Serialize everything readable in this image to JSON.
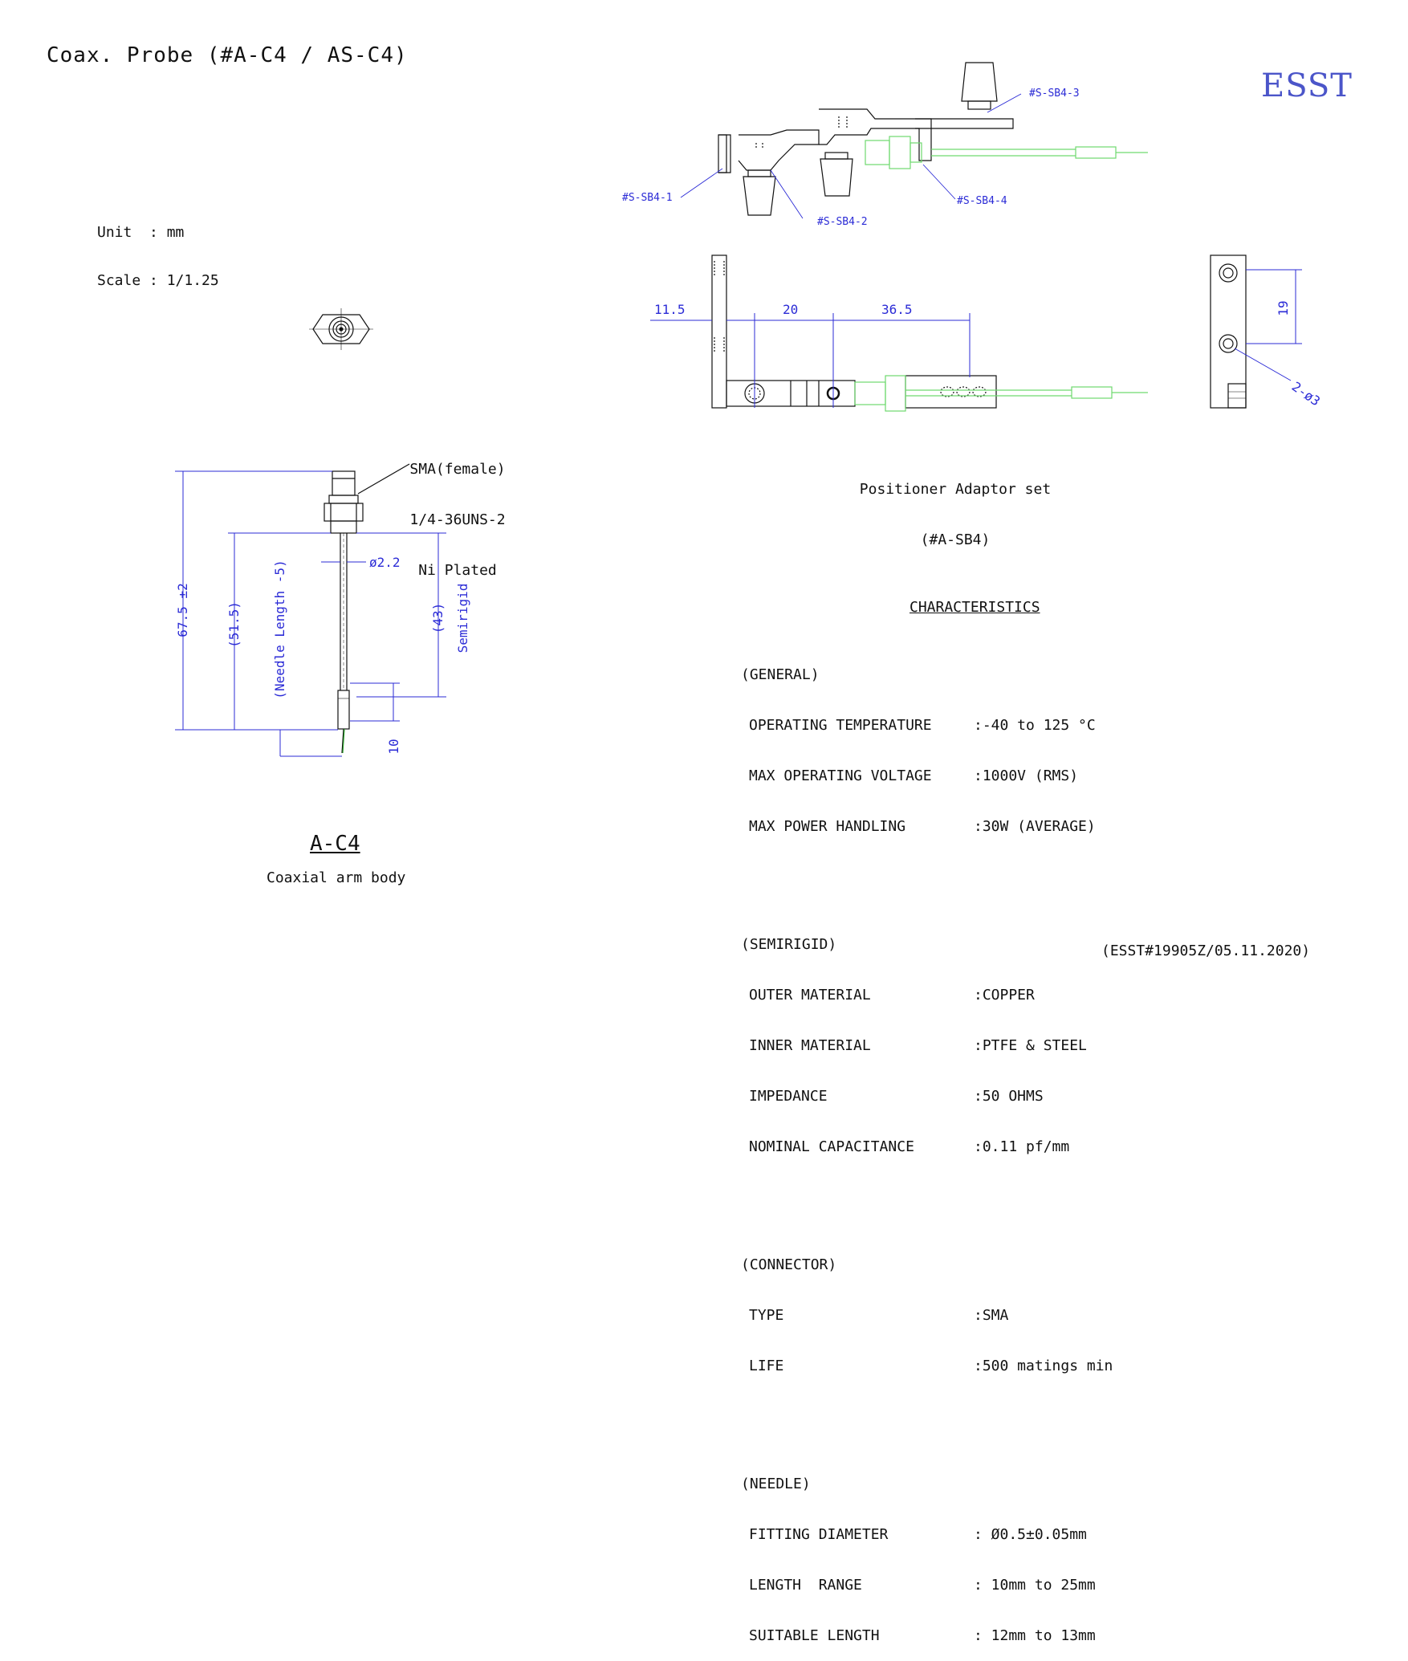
{
  "title": "Coax. Probe (#A-C4 / AS-C4)",
  "unit_lines": [
    "Unit  : mm",
    "Scale : 1/1.25"
  ],
  "logo": "ESST",
  "connector_callout": [
    "SMA(female)",
    "1/4-36UNS-2",
    "Ni Plated"
  ],
  "probe_dimensions": {
    "overall": "67.5 ±2",
    "body": "(51.5)",
    "needle": "(Needle Length -5)",
    "semirigid_length": "(43)",
    "semirigid_label": "Semirigid",
    "diameter": "ø2.2",
    "tip": "10"
  },
  "part_code": "A-C4",
  "part_description": "Coaxial arm body",
  "adaptor_refs": [
    "#S-SB4-1",
    "#S-SB4-2",
    "#S-SB4-3",
    "#S-SB4-4"
  ],
  "adaptor_dimensions": {
    "d1": "11.5",
    "d2": "20",
    "d3": "36.5",
    "height": "19",
    "holes": "2-ø3"
  },
  "adaptor_caption": [
    "Positioner Adaptor set",
    "(#A-SB4)"
  ],
  "characteristics": {
    "heading": "CHARACTERISTICS",
    "groups": [
      {
        "name": "(GENERAL)",
        "rows": [
          {
            "label": "OPERATING TEMPERATURE",
            "value": ":-40 to 125 °C"
          },
          {
            "label": "MAX OPERATING VOLTAGE",
            "value": ":1000V (RMS)"
          },
          {
            "label": "MAX POWER HANDLING",
            "value": ":30W (AVERAGE)"
          }
        ]
      },
      {
        "name": "(SEMIRIGID)",
        "rows": [
          {
            "label": "OUTER MATERIAL",
            "value": ":COPPER"
          },
          {
            "label": "INNER MATERIAL",
            "value": ":PTFE & STEEL"
          },
          {
            "label": "IMPEDANCE",
            "value": ":50 OHMS"
          },
          {
            "label": "NOMINAL CAPACITANCE",
            "value": ":0.11 pf/mm"
          }
        ]
      },
      {
        "name": "(CONNECTOR)",
        "rows": [
          {
            "label": "TYPE",
            "value": ":SMA"
          },
          {
            "label": "LIFE",
            "value": ":500 matings min"
          }
        ]
      },
      {
        "name": "(NEEDLE)",
        "rows": [
          {
            "label": "FITTING DIAMETER",
            "value": ": Ø0.5±0.05mm"
          },
          {
            "label": "LENGTH  RANGE",
            "value": ": 10mm to 25mm"
          },
          {
            "label": "SUITABLE LENGTH",
            "value": ": 12mm to 13mm"
          }
        ]
      }
    ]
  },
  "footer": "(ESST#19905Z/05.11.2020)"
}
